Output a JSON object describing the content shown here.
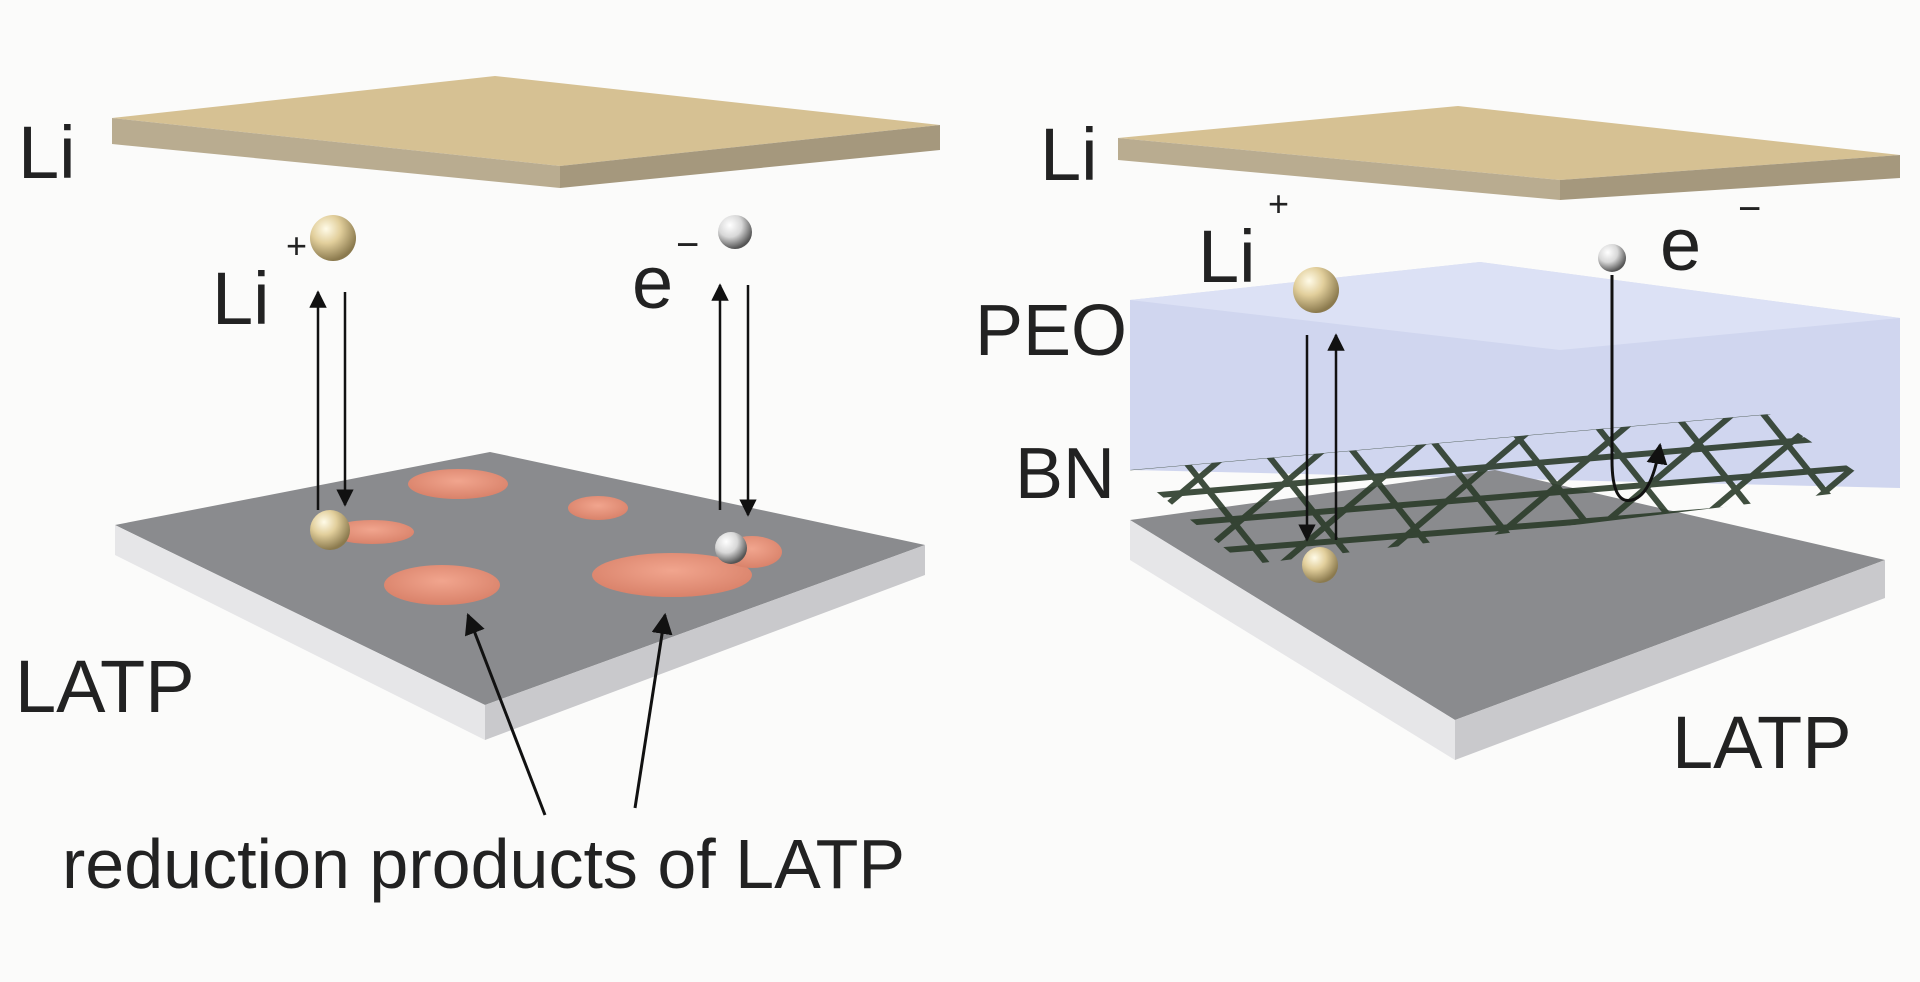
{
  "left_panel": {
    "li_label": "Li",
    "li_ion_label": "Li",
    "li_ion_sup": "+",
    "electron_label": "e",
    "electron_sup": "−",
    "latp_label": "LATP",
    "caption": "reduction products of LATP"
  },
  "right_panel": {
    "li_label": "Li",
    "li_ion_label": "Li",
    "li_ion_sup": "+",
    "electron_label": "e",
    "electron_sup": "−",
    "peo_label": "PEO",
    "bn_label": "BN",
    "latp_label": "LATP"
  },
  "colors": {
    "lithium_top": "#d6c193",
    "lithium_side": "#a5987d",
    "latp_top": "#8a8b8e",
    "latp_side": "#d9d9db",
    "reduction_products": "#e8947a",
    "peo_region": "#ccd3ee",
    "bn_mesh": "#2b3b2a",
    "li_ion_particle": "#e2cf9c",
    "electron_particle": "#e8e8e8"
  }
}
